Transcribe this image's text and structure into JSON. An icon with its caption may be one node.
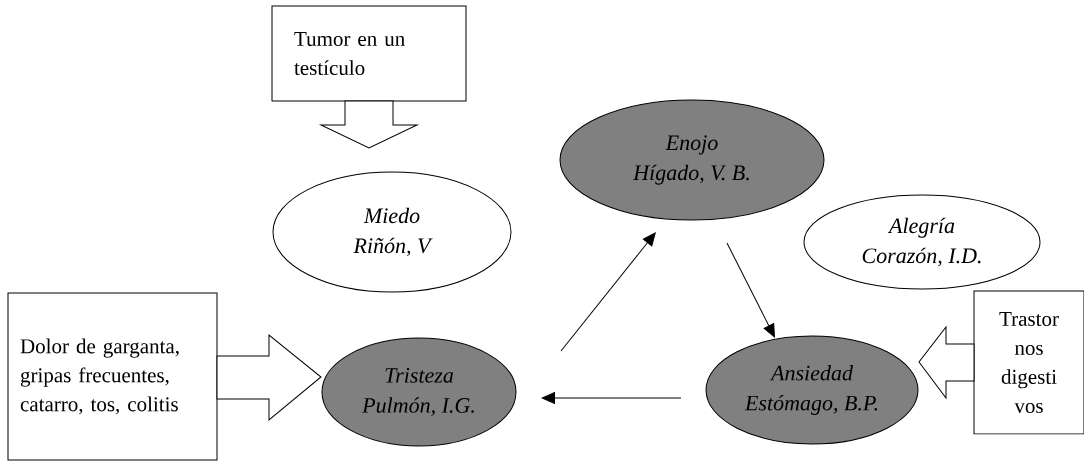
{
  "diagram": {
    "nodes": [
      {
        "text": [
          "Tumor en un testículo"
        ]
      },
      {
        "text": [
          "Miedo",
          "Riñón, V"
        ]
      },
      {
        "text": [
          "Enojo",
          "Hígado, V. B."
        ]
      },
      {
        "text": [
          "Alegría",
          "Corazón, I.D."
        ]
      },
      {
        "text": [
          "Dolor de garganta, gripas frecuentes, catarro, tos, colitis"
        ]
      },
      {
        "text": [
          "Tristeza",
          "Pulmón, I.G."
        ]
      },
      {
        "text": [
          "Ansiedad",
          "Estómago, B.P."
        ]
      },
      {
        "text": [
          "Trastor nos digesti vos"
        ]
      }
    ],
    "edges": [
      {
        "from": 0,
        "to": 1,
        "arrow": "to"
      },
      {
        "from": 4,
        "to": 5,
        "arrow": "to"
      },
      {
        "from": 7,
        "to": 6,
        "arrow": "to"
      },
      {
        "from": 5,
        "to": 2,
        "arrow": "to"
      },
      {
        "from": 2,
        "to": 6,
        "arrow": "to"
      },
      {
        "from": 6,
        "to": 5,
        "arrow": "to"
      }
    ]
  }
}
